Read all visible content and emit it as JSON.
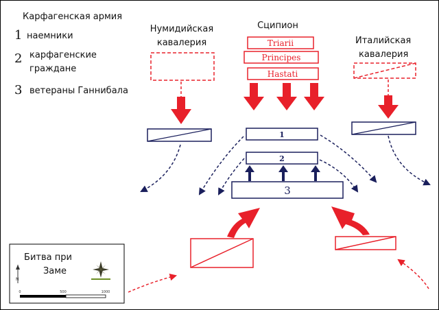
{
  "legend": {
    "title": "Карфагенская армия",
    "items": [
      {
        "num": "1",
        "label_lines": [
          "наемники"
        ]
      },
      {
        "num": "2",
        "label_lines": [
          "карфагенские",
          "граждане"
        ]
      },
      {
        "num": "3",
        "label_lines": [
          "ветераны Ганнибала"
        ]
      }
    ]
  },
  "factions": {
    "numidian_label_lines": [
      "Нумидийская",
      "кавалерия"
    ],
    "scipio_label": "Сципион",
    "italian_label_lines": [
      "Италийская",
      "кавалерия"
    ]
  },
  "roman_lines": [
    "Triarii",
    "Principes",
    "Hastati"
  ],
  "carthaginian_lines": [
    "1",
    "2",
    "3"
  ],
  "inset": {
    "title_lines": [
      "Битва при",
      "Заме"
    ],
    "north_label": "N",
    "scale_ticks": [
      "0",
      "500",
      "1000"
    ]
  },
  "colors": {
    "roman": "#e8202a",
    "carthaginian": "#1a1f5c",
    "text": "#111111"
  }
}
